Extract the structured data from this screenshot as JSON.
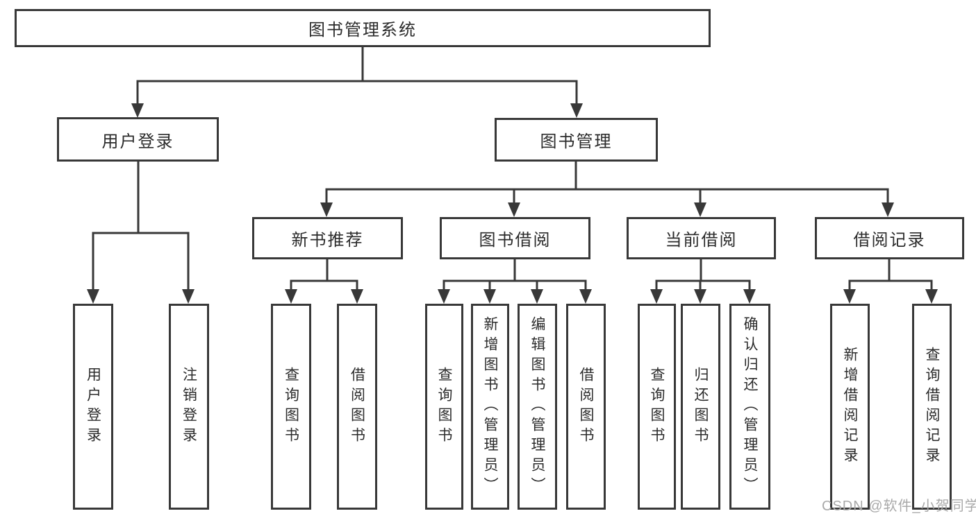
{
  "tree": {
    "root": {
      "label": "图书管理系统",
      "children": [
        {
          "label": "用户登录",
          "children": [
            {
              "label": "用户登录"
            },
            {
              "label": "注销登录"
            }
          ]
        },
        {
          "label": "图书管理",
          "children": [
            {
              "label": "新书推荐",
              "children": [
                {
                  "label": "查询图书"
                },
                {
                  "label": "借阅图书"
                }
              ]
            },
            {
              "label": "图书借阅",
              "children": [
                {
                  "label": "查询图书"
                },
                {
                  "label": "新增图书（管理员）"
                },
                {
                  "label": "编辑图书（管理员）"
                },
                {
                  "label": "借阅图书"
                }
              ]
            },
            {
              "label": "当前借阅",
              "children": [
                {
                  "label": "查询图书"
                },
                {
                  "label": "归还图书"
                },
                {
                  "label": "确认归还（管理员）"
                }
              ]
            },
            {
              "label": "借阅记录",
              "children": [
                {
                  "label": "新增借阅记录"
                },
                {
                  "label": "查询借阅记录"
                }
              ]
            }
          ]
        }
      ]
    }
  },
  "watermark": {
    "text": "CSDN @软件_小贺同学"
  },
  "colors": {
    "line": "#383838",
    "box_border": "#383838",
    "text": "#2b2b2b",
    "watermark": "#a9a9a9",
    "background": "#ffffff"
  }
}
